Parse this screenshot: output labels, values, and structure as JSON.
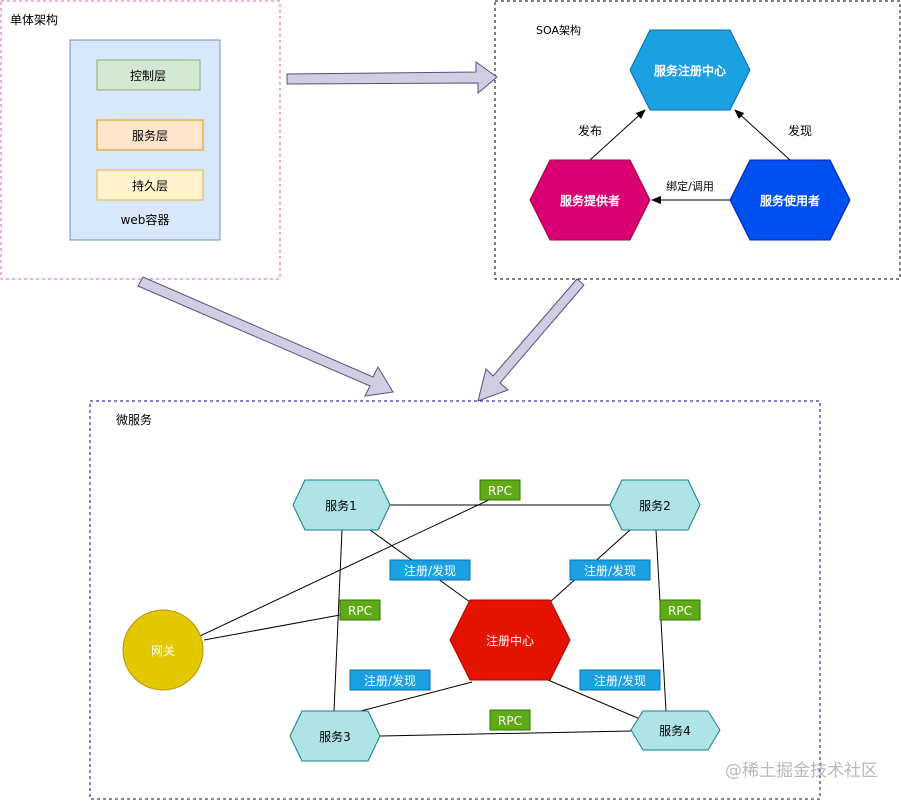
{
  "monolith": {
    "title": "单体架构",
    "layers": [
      "控制层",
      "服务层",
      "持久层"
    ],
    "container_label": "web容器",
    "colors": {
      "border": "#cc66cc",
      "container_fill": "#dae8fc",
      "container_stroke": "#6c8ebf",
      "control_fill": "#d5e8d4",
      "control_stroke": "#82b366",
      "service_fill": "#ffe6cc",
      "service_stroke": "#d79b00",
      "persist_fill": "#fff2cc",
      "persist_stroke": "#d6b656"
    }
  },
  "soa": {
    "title": "SOA架构",
    "registry": "服务注册中心",
    "provider": "服务提供者",
    "consumer": "服务使用者",
    "publish_label": "发布",
    "discover_label": "发现",
    "bind_label": "绑定/调用",
    "colors": {
      "registry": "#1ba1e2",
      "provider": "#d80073",
      "consumer": "#0050ef"
    }
  },
  "micro": {
    "title": "微服务",
    "registry": "注册中心",
    "gateway": "网关",
    "services": [
      "服务1",
      "服务2",
      "服务3",
      "服务4"
    ],
    "rpc_label": "RPC",
    "register_label": "注册/发现",
    "colors": {
      "registry": "#e51400",
      "gateway": "#e3c800",
      "service_fill": "#b0e3e6",
      "service_stroke": "#0e8088",
      "rpc": "#60a917",
      "register": "#1ba1e2",
      "border": "#000099"
    }
  },
  "arrows": {
    "fill": "#d0cee2",
    "stroke": "#56517e"
  },
  "watermark": "@稀土掘金技术社区"
}
